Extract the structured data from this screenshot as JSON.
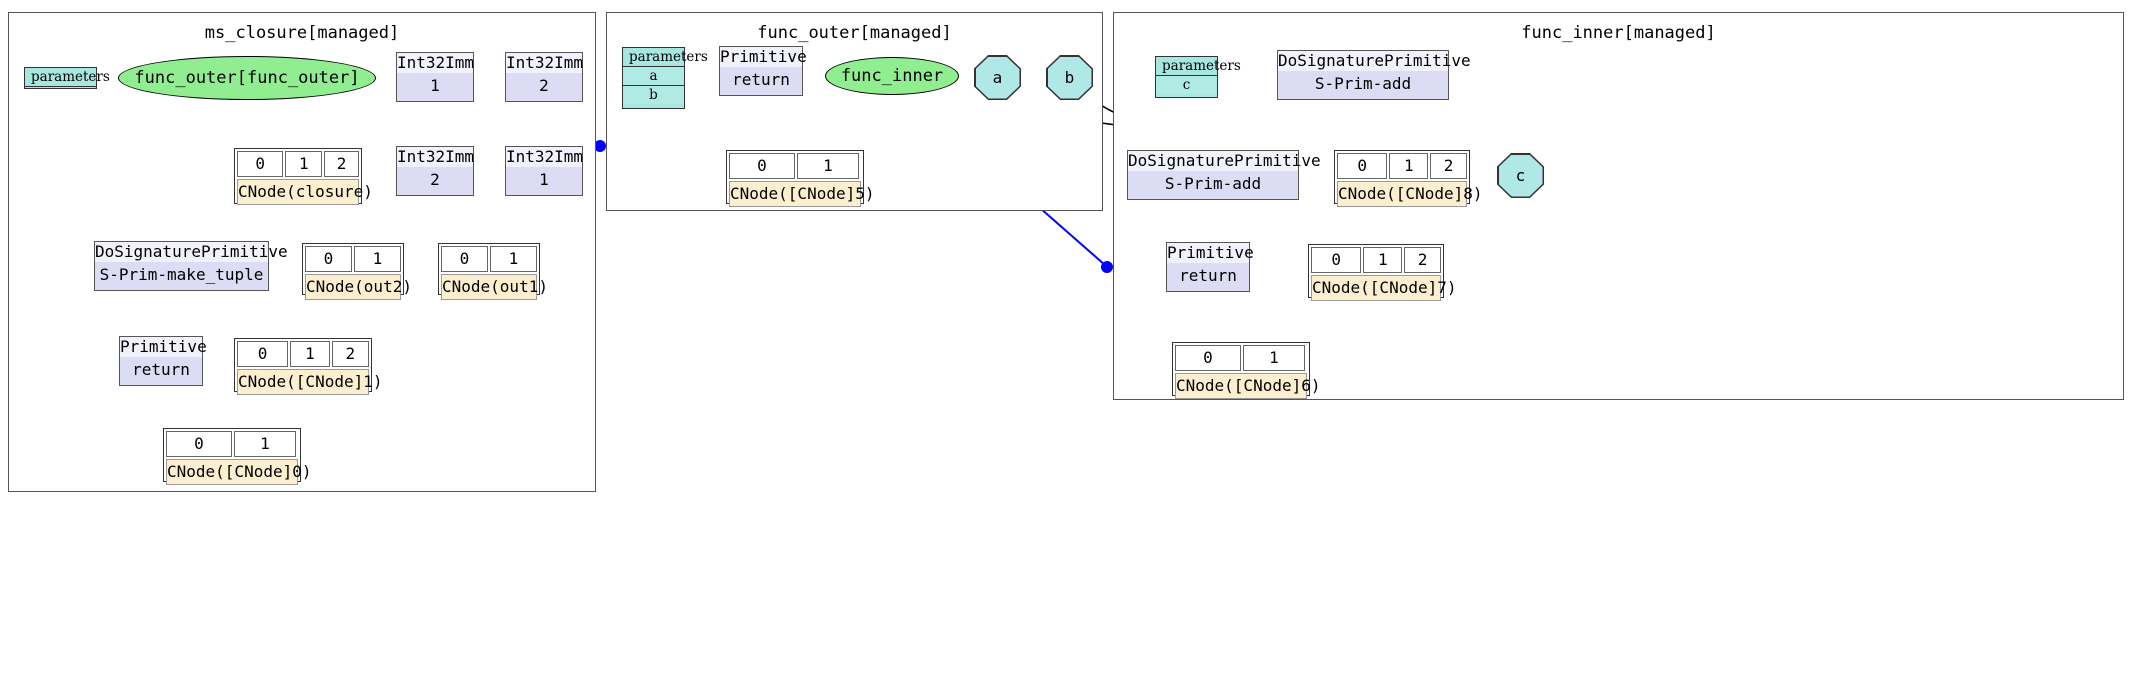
{
  "diagram": {
    "title": "MindSpore IR closure graph",
    "colors": {
      "func_node_fill": "#90ee90",
      "param_table_fill": "#a8e6e0",
      "primitive_fill": "#dcdcf4",
      "cnode_label_fill": "#fcefcf",
      "cross_graph_edge": "#0000ff",
      "normal_edge": "#000000"
    }
  },
  "clusters": [
    {
      "id": "ms_closure",
      "title": "ms_closure[managed]"
    },
    {
      "id": "func_outer",
      "title": "func_outer[managed]"
    },
    {
      "id": "func_inner",
      "title": "func_inner[managed]"
    }
  ],
  "ms_closure": {
    "title": "ms_closure[managed]",
    "parameters": {
      "header": "parameters",
      "rows": []
    },
    "func_ellipse": {
      "label": "func_outer[func_outer]"
    },
    "imm_top_left": {
      "top": "Int32Imm",
      "value": "1"
    },
    "imm_top_right": {
      "top": "Int32Imm",
      "value": "2"
    },
    "imm_mid_left": {
      "top": "Int32Imm",
      "value": "2"
    },
    "imm_mid_right": {
      "top": "Int32Imm",
      "value": "1"
    },
    "cnode_closure": {
      "ports": [
        "0",
        "1",
        "2"
      ],
      "label": "CNode(closure)"
    },
    "cnode_out2": {
      "ports": [
        "0",
        "1"
      ],
      "label": "CNode(out2)"
    },
    "cnode_out1": {
      "ports": [
        "0",
        "1"
      ],
      "label": "CNode(out1)"
    },
    "sig_make_tuple": {
      "top": "DoSignaturePrimitive",
      "value": "S-Prim-make_tuple"
    },
    "prim_return": {
      "top": "Primitive",
      "value": "return"
    },
    "cnode_1": {
      "ports": [
        "0",
        "1",
        "2"
      ],
      "label": "CNode([CNode]1)"
    },
    "cnode_0": {
      "ports": [
        "0",
        "1"
      ],
      "label": "CNode([CNode]0)"
    }
  },
  "func_outer": {
    "title": "func_outer[managed]",
    "parameters": {
      "header": "parameters",
      "rows": [
        "a",
        "b"
      ]
    },
    "prim_return": {
      "top": "Primitive",
      "value": "return"
    },
    "cnode_5": {
      "ports": [
        "0",
        "1"
      ],
      "label": "CNode([CNode]5)"
    },
    "func_ellipse": {
      "label": "func_inner"
    },
    "octagon_a": {
      "label": "a"
    },
    "octagon_b": {
      "label": "b"
    }
  },
  "func_inner": {
    "title": "func_inner[managed]",
    "parameters": {
      "header": "parameters",
      "rows": [
        "c"
      ]
    },
    "sig_add_top": {
      "top": "DoSignaturePrimitive",
      "value": "S-Prim-add"
    },
    "sig_add_left": {
      "top": "DoSignaturePrimitive",
      "value": "S-Prim-add"
    },
    "prim_return": {
      "top": "Primitive",
      "value": "return"
    },
    "cnode_8": {
      "ports": [
        "0",
        "1",
        "2"
      ],
      "label": "CNode([CNode]8)"
    },
    "cnode_7": {
      "ports": [
        "0",
        "1",
        "2"
      ],
      "label": "CNode([CNode]7)"
    },
    "cnode_6": {
      "ports": [
        "0",
        "1"
      ],
      "label": "CNode([CNode]6)"
    },
    "octagon_c": {
      "label": "c"
    }
  }
}
